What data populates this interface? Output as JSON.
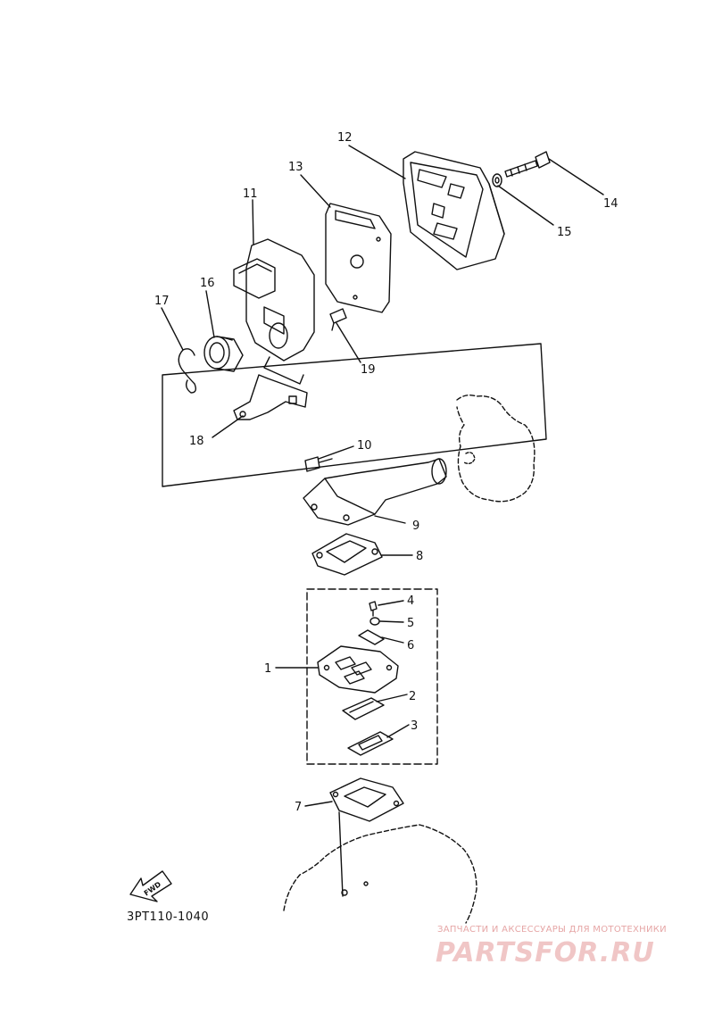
{
  "diagram": {
    "callouts": {
      "c1": "1",
      "c2": "2",
      "c3": "3",
      "c4": "4",
      "c5": "5",
      "c6": "6",
      "c7": "7",
      "c8": "8",
      "c9": "9",
      "c10": "10",
      "c11": "11",
      "c12": "12",
      "c13": "13",
      "c14": "14",
      "c15": "15",
      "c16": "16",
      "c17": "17",
      "c18": "18",
      "c19": "19"
    },
    "fwd_label": "FWD",
    "part_code": "3PT110-1040"
  },
  "watermark": {
    "line1": "ЗАПЧАСТИ И АКСЕССУАРЫ ДЛЯ МОТОТЕХНИКИ",
    "line2": "PARTSFOR.RU",
    "color": "#e8a0a0"
  }
}
